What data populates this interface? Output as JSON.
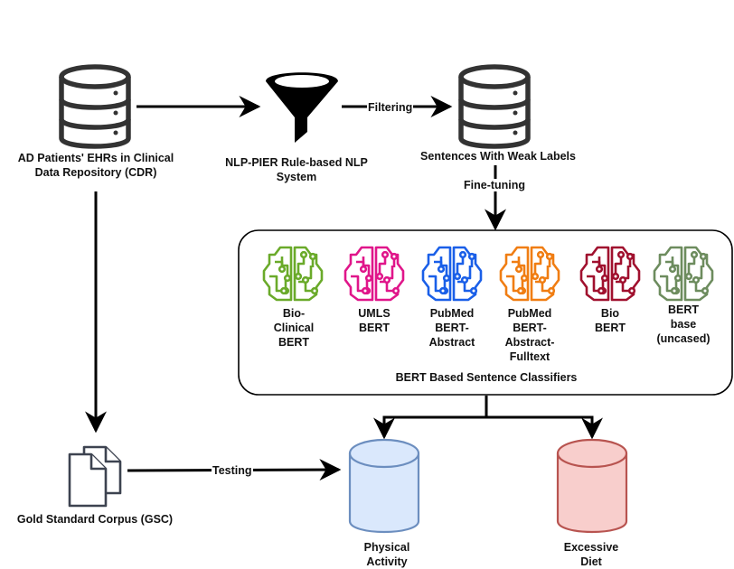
{
  "nodes": {
    "cdr": {
      "label_line1": "AD Patients' EHRs in Clinical",
      "label_line2": "Data Repository (CDR)",
      "icon": "database-icon"
    },
    "nlp_pier": {
      "label_line1": "NLP-PIER Rule-based NLP",
      "label_line2": "System",
      "icon": "funnel-icon"
    },
    "weak_labels": {
      "label": "Sentences With Weak Labels",
      "icon": "database-icon"
    },
    "classifiers_group": {
      "label": "BERT Based Sentence Classifiers"
    },
    "gsc": {
      "label": "Gold Standard Corpus (GSC)",
      "icon": "documents-icon"
    },
    "physical_activity": {
      "label_line1": "Physical",
      "label_line2": "Activity",
      "fill": "#dae8fc",
      "stroke": "#6c8ebf"
    },
    "excessive_diet": {
      "label_line1": "Excessive",
      "label_line2": "Diet",
      "fill": "#f8cecc",
      "stroke": "#b85450"
    }
  },
  "models": [
    {
      "label": "Bio-\nClinical\nBERT",
      "color": "#6aaa2a"
    },
    {
      "label": "UMLS\nBERT",
      "color": "#e0168a"
    },
    {
      "label": "PubMed\nBERT-\nAbstract",
      "color": "#1a5fe8"
    },
    {
      "label": "PubMed\nBERT-\nAbstract-\nFulltext",
      "color": "#f07d12"
    },
    {
      "label": "Bio\nBERT",
      "color": "#a0102e"
    },
    {
      "label": "BERT\nbase\n(uncased)",
      "color": "#6d8c5e"
    }
  ],
  "edges": {
    "filtering": "Filtering",
    "fine_tuning": "Fine-tuning",
    "testing": "Testing"
  }
}
